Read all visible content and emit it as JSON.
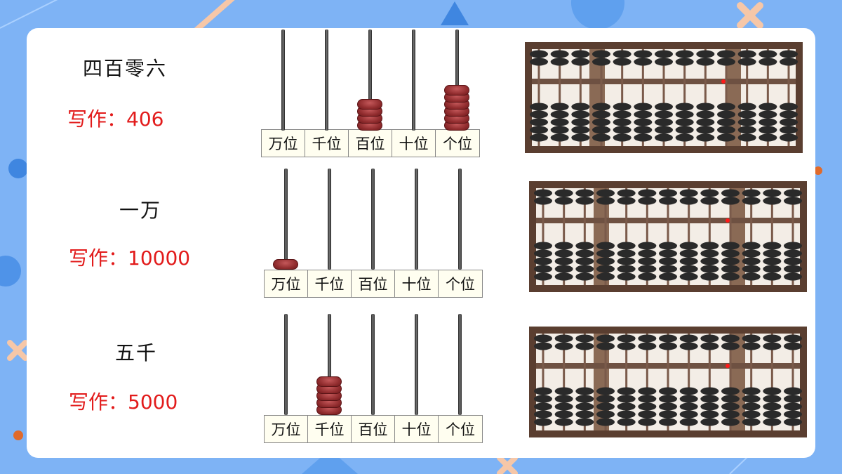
{
  "palette": {
    "background": "#7eb3f5",
    "card": "#ffffff",
    "accent_red": "#e21b1b",
    "bead_red": "#8e2a2c",
    "frame_brown": "#5a3e30"
  },
  "rows": [
    {
      "word": "四百零六",
      "write_label": "写作：406",
      "places": [
        "万位",
        "千位",
        "百位",
        "十位",
        "个位"
      ],
      "digits": [
        0,
        0,
        4,
        0,
        6
      ]
    },
    {
      "word": "一万",
      "write_label": "写作：10000",
      "places": [
        "万位",
        "千位",
        "百位",
        "十位",
        "个位"
      ],
      "digits": [
        1,
        0,
        0,
        0,
        0
      ]
    },
    {
      "word": "五千",
      "write_label": "写作：5000",
      "places": [
        "万位",
        "千位",
        "百位",
        "十位",
        "个位"
      ],
      "digits": [
        0,
        5,
        0,
        0,
        0
      ]
    }
  ]
}
